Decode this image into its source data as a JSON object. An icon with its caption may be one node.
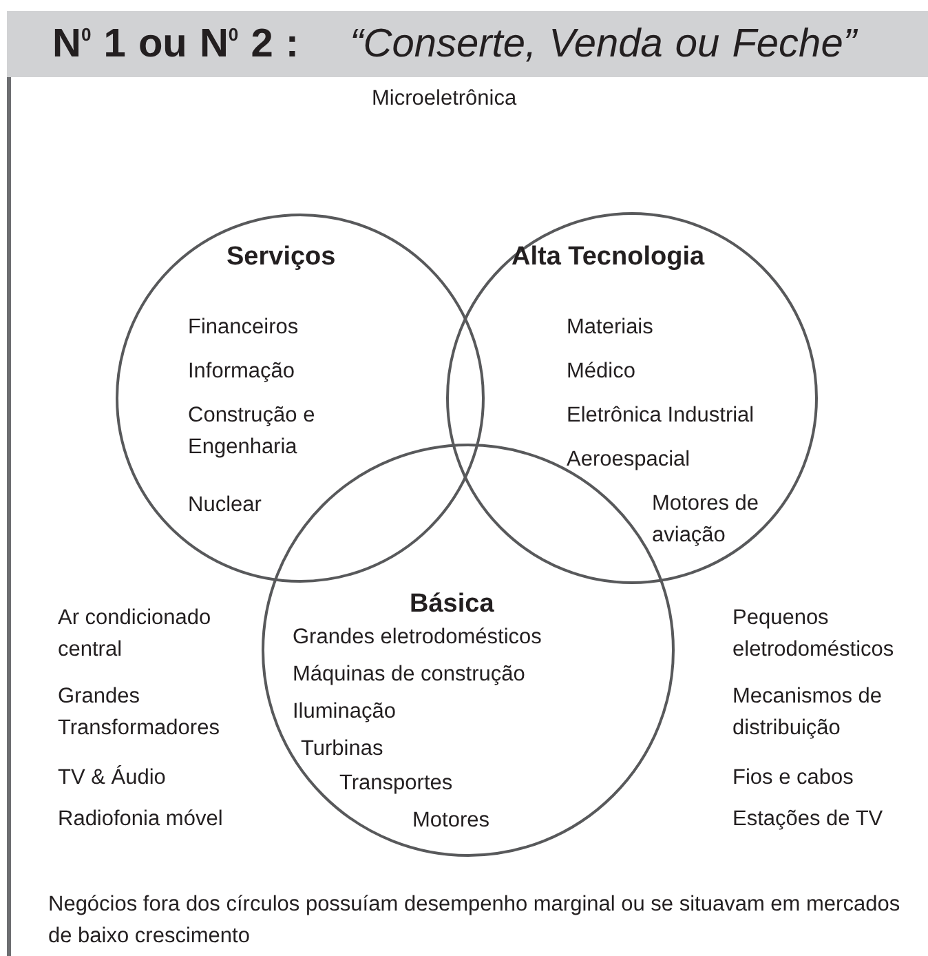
{
  "diagram": {
    "title": "**N$^{0}$ 1 ou N$^{0}$ 2 :** *“Conserte, Venda ou Feche”*",
    "nodes": [
      {
        "text": [
          "Serviços",
          "Financeiros",
          "Informação",
          "Construção e Engenharia",
          "Nuclear"
        ]
      },
      {
        "text": [
          "Alta Tecnologia",
          "Materiais",
          "Médico",
          "Eletrônica Industrial",
          "Aeroespacial",
          "Motores de aviação"
        ]
      },
      {
        "text": [
          "Básica",
          "Grandes eletrodomésticos",
          "Máquinas de construção",
          "Iluminação",
          "Turbinas",
          "Transportes",
          "Motores"
        ]
      }
    ],
    "edges": [],
    "labels": [
      "Microeletrônica",
      "Ar condicionado central",
      "Pequenos eletrodomésticos",
      "Grandes Transformadores",
      "Mecanismos de distribuição",
      "TV & Áudio",
      "Fios e cabos",
      "Radiofonia móvel",
      "Estações de TV",
      "Negócios fora dos círculos possuíam desempenho marginal ou se situavam em mercados de baixo crescimento"
    ]
  }
}
